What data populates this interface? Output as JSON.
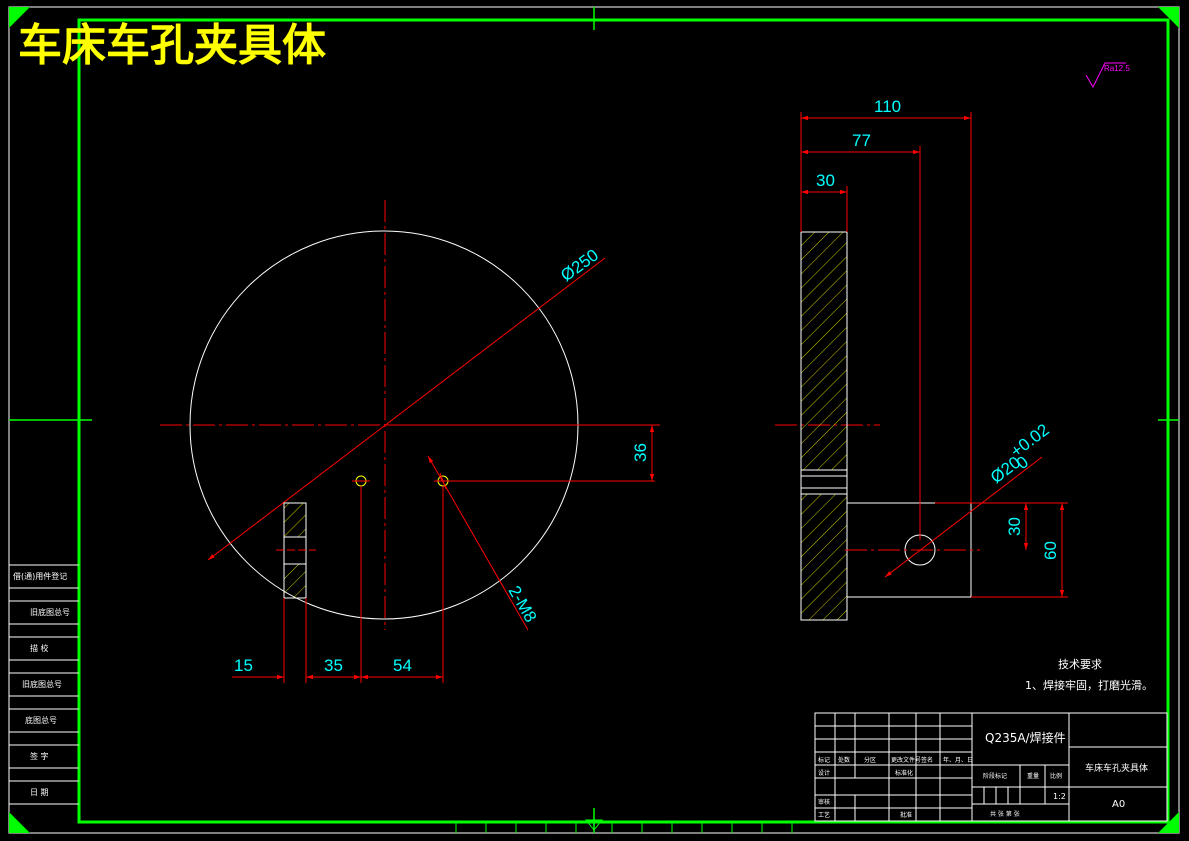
{
  "title": "车床车孔夹具体",
  "roughness": "Ra12.5",
  "front_view": {
    "diameter": "Ø250",
    "holes": "2-M8",
    "offset_v": "36",
    "dim_15": "15",
    "dim_35": "35",
    "dim_54": "54"
  },
  "side_view": {
    "dim_110": "110",
    "dim_77": "77",
    "dim_30_top": "30",
    "hole": "Ø20",
    "hole_tol": "+0.02",
    "hole_tol_low": "0",
    "dim_30_right": "30",
    "dim_60": "60"
  },
  "notes": {
    "heading": "技术要求",
    "line1": "1、焊接牢固，打磨光滑。"
  },
  "title_block": {
    "material": "Q235A/焊接件",
    "part_name": "车床车孔夹具体",
    "scale": "1:2",
    "sheet": "A0",
    "row_headers": [
      "标记",
      "处数",
      "分区",
      "更改文件号",
      "签名",
      "年、月、日"
    ],
    "design": "设计",
    "standardize": "标准化",
    "review": "审核",
    "process": "工艺",
    "approve": "批准",
    "stage_label": "阶段标记",
    "weight_label": "重量",
    "scale_label": "比例",
    "sheets": "共  张  第  张"
  },
  "left_column": [
    "借(通)用件登记",
    "旧底图总号",
    "描  校",
    "旧底图总号",
    "底图总号",
    "签  字",
    "日  期"
  ],
  "colors": {
    "border": "#00ff00",
    "dim": "#ff0000",
    "text": "#00ffff",
    "title": "#ffff00",
    "outline": "#ffffff",
    "hatch": "#ffff00"
  }
}
